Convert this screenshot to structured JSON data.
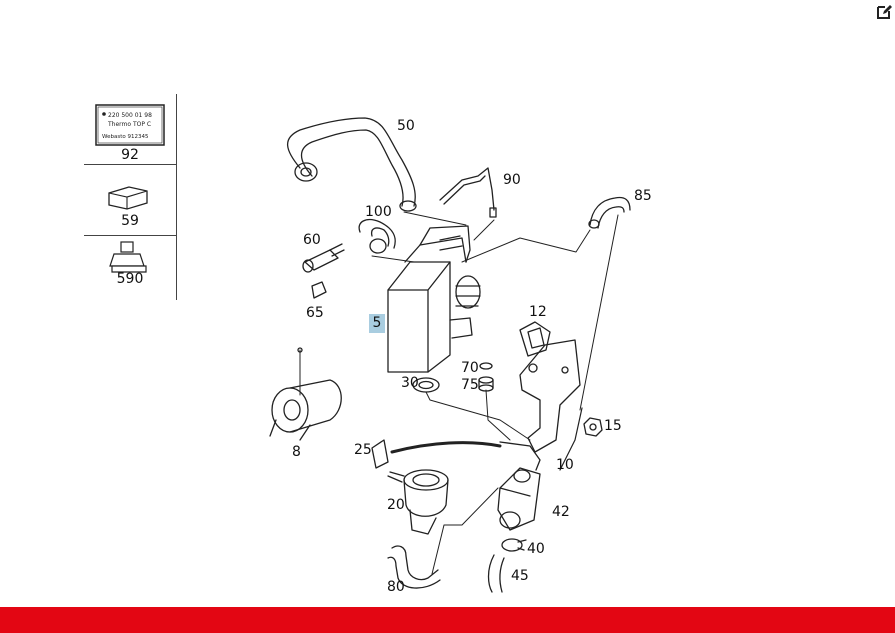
{
  "toolbar": {
    "edit_icon": "edit-icon"
  },
  "legend": {
    "items": [
      {
        "label": "92",
        "plate_lines": [
          "220 500 01 98",
          "Thermo TOP C",
          "Webasto 912345"
        ]
      },
      {
        "label": "59"
      },
      {
        "label": "590"
      }
    ]
  },
  "diagram": {
    "callouts": {
      "c50": "50",
      "c90": "90",
      "c85": "85",
      "c100": "100",
      "c60": "60",
      "c65": "65",
      "c5": "5",
      "c12": "12",
      "c70": "70",
      "c75": "75",
      "c30": "30",
      "c15": "15",
      "c8": "8",
      "c25": "25",
      "c10": "10",
      "c20": "20",
      "c42": "42",
      "c40": "40",
      "c45": "45",
      "c80": "80"
    },
    "highlighted": "5"
  },
  "colors": {
    "accent_bar": "#e30613",
    "highlight": "#a9cde0",
    "line": "#222222"
  }
}
